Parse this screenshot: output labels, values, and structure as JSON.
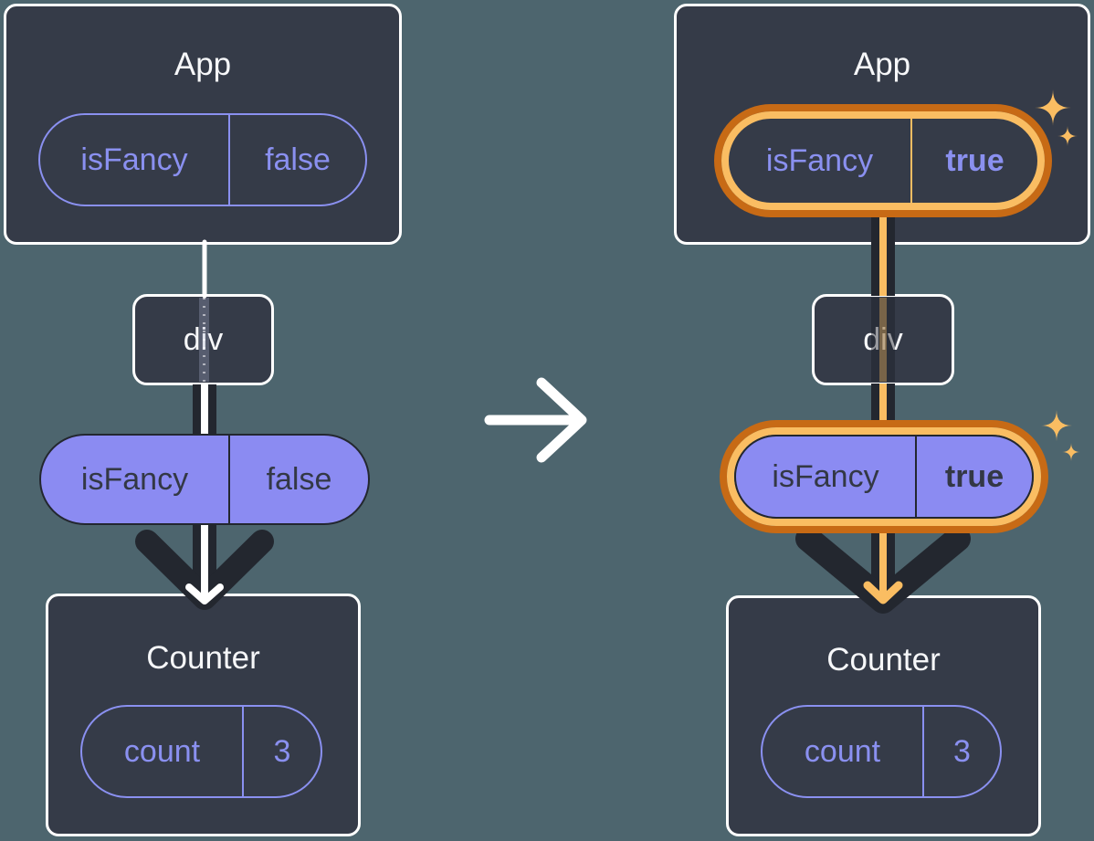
{
  "colors": {
    "background": "#4D656E",
    "box": "#353B48",
    "dark": "#23272F",
    "purple": "#8A90F0",
    "purpleFill": "#8B8BF2",
    "darkText": "#333845",
    "orange": "#C76A15",
    "orangeLight": "#FABD62",
    "titleText": "#F6F7F9",
    "white": "#FFFFFF"
  },
  "diagram": {
    "before": {
      "app": {
        "title": "App",
        "prop": {
          "name": "isFancy",
          "value": "false"
        }
      },
      "container": {
        "title": "div"
      },
      "passedProp": {
        "name": "isFancy",
        "value": "false"
      },
      "counter": {
        "title": "Counter",
        "state": {
          "name": "count",
          "value": "3"
        }
      }
    },
    "after": {
      "app": {
        "title": "App",
        "prop": {
          "name": "isFancy",
          "value": "true"
        }
      },
      "container": {
        "title": "div"
      },
      "passedProp": {
        "name": "isFancy",
        "value": "true"
      },
      "counter": {
        "title": "Counter",
        "state": {
          "name": "count",
          "value": "3"
        }
      }
    }
  }
}
